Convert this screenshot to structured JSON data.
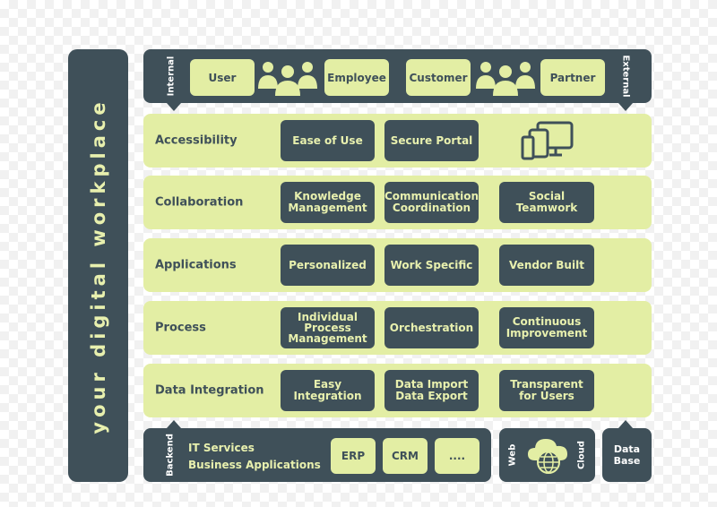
{
  "sidebar": {
    "title": "your digital workplace"
  },
  "top": {
    "left_label": "Internal",
    "right_label": "External",
    "user": "User",
    "employee": "Employee",
    "customer": "Customer",
    "partner": "Partner"
  },
  "rows": [
    {
      "label": "Accessibility",
      "items": [
        "Ease of Use",
        "Secure Portal"
      ]
    },
    {
      "label": "Collaboration",
      "items": [
        "Knowledge\nManagement",
        "Communication\nCoordination",
        "Social\nTeamwork"
      ]
    },
    {
      "label": "Applications",
      "items": [
        "Personalized",
        "Work Specific",
        "Vendor Built"
      ]
    },
    {
      "label": "Process",
      "items": [
        "Individual\nProcess\nManagement",
        "Orchestration",
        "Continuous\nImprovement"
      ]
    },
    {
      "label": "Data Integration",
      "items": [
        "Easy\nIntegration",
        "Data Import\nData Export",
        "Transparent\nfor Users"
      ]
    }
  ],
  "bottom": {
    "label": "Backend",
    "line1": "IT Services",
    "line2": "Business Applications",
    "buttons": [
      "ERP",
      "CRM",
      "...."
    ],
    "cloud_left": "Web",
    "cloud_right": "Cloud",
    "db_line1": "Data",
    "db_line2": "Base"
  },
  "colors": {
    "dark": "#3f5059",
    "accent": "#e3eea4",
    "text_light": "#e8f0ae"
  }
}
